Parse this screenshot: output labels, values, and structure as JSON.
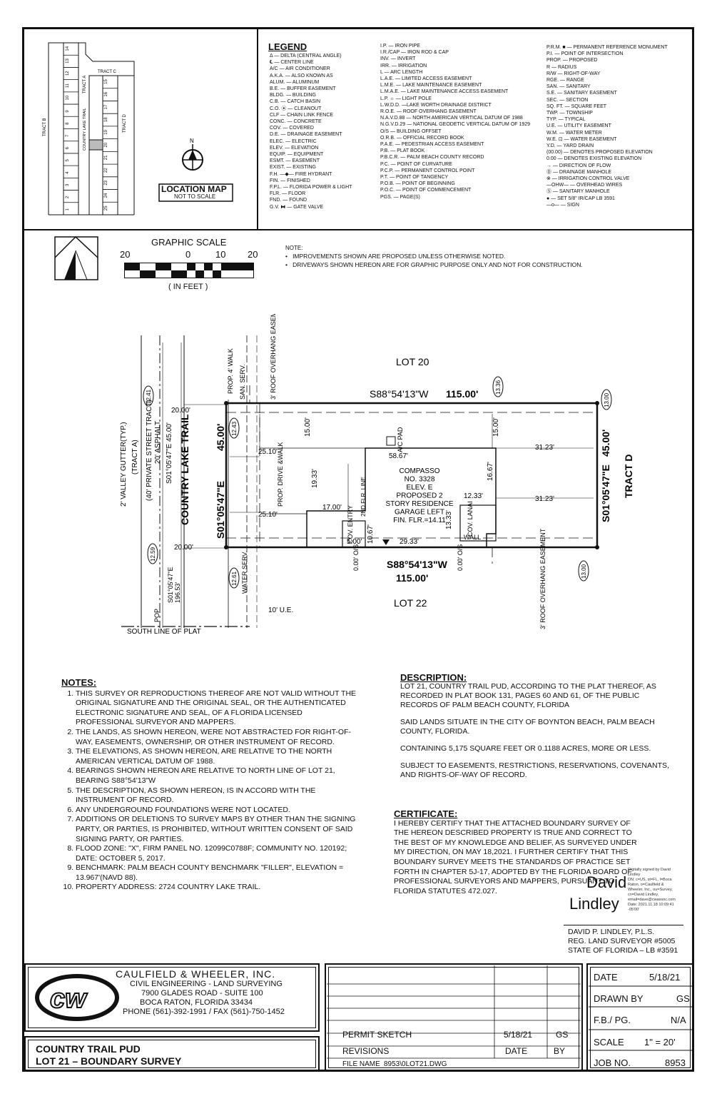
{
  "location_map": {
    "title": "LOCATION MAP",
    "subtitle": "NOT TO SCALE",
    "tract_a": "TRACT A",
    "tract_b": "TRACT B",
    "tract_c": "TRACT C",
    "tract_d": "TRACT D",
    "street": "COUNTRY LAKE TRAIL",
    "lots_left": [
      "1",
      "2",
      "3",
      "4",
      "5",
      "6",
      "7",
      "8",
      "9",
      "10",
      "11",
      "12",
      "13",
      "14"
    ],
    "lots_right": [
      "25",
      "24",
      "23",
      "22",
      "21",
      "20",
      "19",
      "18",
      "17",
      "16",
      "15"
    ]
  },
  "legend": {
    "title": "LEGEND",
    "col1": [
      "Δ — DELTA (CENTRAL ANGLE)",
      "℄ — CENTER LINE",
      "A/C — AIR CONDITIONER",
      "A.K.A. — ALSO KNOWN AS",
      "ALUM. — ALUMINUM",
      "B.E. — BUFFER EASEMENT",
      "BLDG. — BUILDING",
      "C.B. — CATCH BASIN",
      "C.O. ⦿ — CLEANOUT",
      "CLF — CHAIN LINK FENCE",
      "CONC. — CONCRETE",
      "COV. — COVERED",
      "D.E. — DRAINAGE EASEMENT",
      "ELEC. — ELECTRIC",
      "ELEV. — ELEVATION",
      "EQUIP. — EQUIPMENT",
      "ESMT. — EASEMENT",
      "EXIST. — EXISTING",
      "F.H. —◆— FIRE HYDRANT",
      "FIN. — FINISHED",
      "F.P.L. — FLORIDA POWER & LIGHT",
      "FLR. — FLOOR",
      "FND. — FOUND",
      "G.V. ⧓ — GATE VALVE"
    ],
    "col2": [
      "I.P. — IRON PIPE",
      "I.R./CAP — IRON ROD & CAP",
      "INV. — INVERT",
      "IRR. — IRRIGATION",
      "L — ARC LENGTH",
      "L.A.E. — LIMITED ACCESS EASEMENT",
      "L.M.E. — LAKE MAINTENANCE EASEMENT",
      "L.M.A.E. — LAKE MAINTENANCE ACCESS EASEMENT",
      "L.P. ☼ — LIGHT POLE",
      "L.W.D.D. —LAKE WORTH DRAINAGE DISTRICT",
      "R.O.E. — ROOF OVERHANG EASEMENT",
      "N.A.V.D.88 — NORTH AMERICAN VERTICAL DATUM OF 1988",
      "N.G.V.D.29 — NATIONAL GEODETIC VERTICAL DATUM OF 1929",
      "O/S — BUILDING OFFSET",
      "O.R.B. — OFFICIAL RECORD BOOK",
      "P.A.E. — PEDESTRIAN ACCESS EASEMENT",
      "P.B. — PLAT BOOK",
      "P.B.C.R. — PALM BEACH COUNTY RECORD",
      "P.C. — POINT OF CURVATURE",
      "P.C.P. — PERMANENT CONTROL POINT",
      "P.T. — POINT OF TANGENCY",
      "P.O.B. — POINT OF BEGINNING",
      "P.O.C. — POINT OF COMMENCEMENT",
      "PGS. — PAGE(S)"
    ],
    "col3": [
      "P.R.M. ■ — PERMANENT REFERENCE MONUMENT",
      "P.I. — POINT OF INTERSECTION",
      "PROP. — PROPOSED",
      "R — RADIUS",
      "R/W — RIGHT-OF-WAY",
      "RGE. — RANGE",
      "SAN. — SANITARY",
      "S.E. — SANITARY EASEMENT",
      "SEC. — SECTION",
      "SQ. FT. — SQUARE FEET",
      "TWP. — TOWNSHIP",
      "TYP. — TYPICAL",
      "U.E. — UTILITY EASEMENT",
      "W.M. — WATER METER",
      "W.E. ⊡ — WATER EASEMENT",
      "Y.D. — YARD DRAIN",
      "(00.00) — DENOTES PROPOSED ELEVATION",
      "0.00 — DENOTES EXISTING ELEVATION",
      "→ — DIRECTION OF FLOW",
      "Ⓓ — DRAINAGE MANHOLE",
      "⊗ — IRRIGATION CONTROL VALVE",
      "—OHW— — OVERHEAD WIRES",
      "Ⓢ — SANITARY MANHOLE",
      "● — SET 5/8\" IR/CAP LB 3591",
      "—o— — SIGN"
    ]
  },
  "scale": {
    "title": "GRAPHIC SCALE",
    "ticks": [
      "20",
      "0",
      "10",
      "20"
    ],
    "unit": "( IN FEET )"
  },
  "note": {
    "label": "NOTE:",
    "items": [
      "IMPROVEMENTS SHOWN ARE PROPOSED UNLESS OTHERWISE NOTED.",
      "DRIVEWAYS SHOWN HEREON ARE FOR GRAPHIC PURPOSE ONLY AND NOT FOR CONSTRUCTION."
    ]
  },
  "drawing": {
    "lot20": "LOT 20",
    "lot22": "LOT 22",
    "tract_d": "TRACT D",
    "north_bearing": "S88°54'13\"W",
    "north_dist": "115.00'",
    "south_bearing": "S88°54'13\"W",
    "south_dist": "115.00'",
    "west_bearing": "S01°05'47\"E",
    "west_dist": "45.00'",
    "east_bearing": "S01°05'47\"E",
    "east_dist": "45.00'",
    "road_name": "COUNTRY LAKE TRAIL",
    "tract_a": "(TRACT A)",
    "private_street": "(40' PRIVATE STREET TRACT)",
    "asphalt": "20' ASPHALT",
    "road_bearing": "S01°05'47\"E   45.00'",
    "valley_gutter": "2' VALLEY GUTTER(TYP.)",
    "pop_bearing": "S01°05'47\"E",
    "pop_dist": "196.53'",
    "pop": "POP",
    "south_line": "SOUTH LINE OF PLAT",
    "d20_top": "20.00'",
    "d20_bot": "20.00'",
    "prop_walk": "PROP. 4' WALK",
    "san_serv": "SAN. SERV.",
    "roof_ease_top": "3' ROOF OVERHANG EASEMENT",
    "roof_ease_bot": "3' ROOF OVERHANG EASEMENT",
    "water_serv": "WATER SERV.",
    "ue": "10' U.E.",
    "d15_left": "15.00'",
    "d15_right": "15.00'",
    "d2510_top": "25.10'",
    "d2510_bot": "25.10'",
    "d5867": "58.67'",
    "d3123_top": "31.23'",
    "d3123_bot": "31.23'",
    "d1933": "19.33'",
    "d1700": "17.00'",
    "d1667": "16.67'",
    "d1233": "12.33'",
    "d1333": "13.33'",
    "d1067": "10.67'",
    "d500": "5.00'",
    "d2933": "29.33'",
    "os1": "0.00' O/S",
    "os2": "0.00' O/S",
    "ac_pad": "A/C PAD",
    "prop_drive": "PROP. DRIVE &WALK",
    "flr_line": "2ND FLR. LINE",
    "cov_entry": "COV. ENTRY",
    "cov_lanai": "COV. LANAI",
    "wall": "WALL",
    "house": [
      "COMPASSO",
      "NO. 3328",
      "ELEV. E",
      "PROPOSED 2",
      "STORY RESIDENCE",
      "GARAGE LEFT",
      "FIN. FLR.=14.11"
    ],
    "elev_1241": "12.41",
    "elev_1243": "12.43",
    "elev_1259": "12.59",
    "elev_1261": "12.61",
    "elev_1336": "13.36",
    "elev_1300a": "13.00",
    "elev_1300b": "13.00"
  },
  "notes": {
    "title": "NOTES:",
    "items": [
      "THIS SURVEY OR REPRODUCTIONS THEREOF ARE NOT VALID WITHOUT THE ORIGINAL SIGNATURE AND THE ORIGINAL SEAL, OR THE AUTHENTICATED ELECTRONIC SIGNATURE AND SEAL, OF A FLORIDA LICENSED PROFESSIONAL SURVEYOR AND MAPPERS.",
      "THE LANDS, AS SHOWN HEREON, WERE NOT ABSTRACTED FOR RIGHT-OF-WAY, EASEMENTS, OWNERSHIP, OR OTHER INSTRUMENT OF RECORD.",
      "THE ELEVATIONS, AS SHOWN HEREON, ARE RELATIVE TO THE NORTH AMERICAN VERTICAL DATUM OF 1988.",
      "BEARINGS SHOWN HEREON ARE RELATIVE TO NORTH LINE OF LOT 21, BEARING S88°54'13\"W",
      "THE DESCRIPTION, AS SHOWN HEREON, IS IN ACCORD WITH THE INSTRUMENT OF RECORD.",
      "ANY UNDERGROUND FOUNDATIONS WERE NOT LOCATED.",
      "ADDITIONS OR DELETIONS TO SURVEY MAPS BY OTHER THAN THE SIGNING PARTY, OR PARTIES, IS PROHIBITED, WITHOUT WRITTEN CONSENT OF SAID SIGNING PARTY, OR PARTIES.",
      "FLOOD ZONE: \"X\", FIRM PANEL NO. 12099C0788F; COMMUNITY NO. 120192; DATE: OCTOBER 5, 2017.",
      "BENCHMARK: PALM BEACH COUNTY BENCHMARK \"FILLER\", ELEVATION = 13.967'(NAVD 88).",
      "PROPERTY ADDRESS: 2724 COUNTRY LAKE TRAIL."
    ]
  },
  "description": {
    "title": "DESCRIPTION:",
    "paragraphs": [
      "LOT 21, COUNTRY TRAIL PUD, ACCORDING TO THE PLAT THEREOF, AS RECORDED IN PLAT BOOK 131, PAGES 60 AND 61, OF THE PUBLIC RECORDS OF PALM BEACH COUNTY, FLORIDA",
      "SAID LANDS SITUATE IN THE CITY OF BOYNTON BEACH, PALM BEACH COUNTY, FLORIDA.",
      "CONTAINING 5,175 SQUARE FEET OR 0.1188 ACRES, MORE OR LESS.",
      "SUBJECT TO EASEMENTS, RESTRICTIONS, RESERVATIONS, COVENANTS, AND RIGHTS-OF-WAY OF RECORD."
    ]
  },
  "certificate": {
    "title": "CERTIFICATE:",
    "text": "I HEREBY CERTIFY THAT THE ATTACHED BOUNDARY SURVEY OF THE HEREON DESCRIBED PROPERTY IS TRUE AND CORRECT TO THE BEST OF MY KNOWLEDGE AND BELIEF, AS SURVEYED UNDER MY DIRECTION, ON MAY 18,2021. I FURTHER CERTIFY THAT THIS BOUNDARY SURVEY MEETS THE STANDARDS OF PRACTICE SET FORTH IN CHAPTER 5J-17, ADOPTED BY THE FLORIDA BOARD OF PROFESSIONAL SURVEYORS AND MAPPERS, PURSUANT TO FLORIDA STATUTES 472.027.",
    "sig_first": "David",
    "sig_last": "Lindley",
    "digital_sig": [
      "Digitally signed by David",
      "Lindley",
      "DN: c=US, st=FL, l=Boca",
      "Raton, o=Caulfield &",
      "Wheeler, Inc., ou=Survey,",
      "cn=David Lindley,",
      "email=dave@cwassoc.com",
      "Date: 2021.11.18 10:09:41",
      "-05'00'"
    ],
    "name": "DAVID P. LINDLEY,      P.L.S.",
    "reg": "REG. LAND SURVEYOR #5005",
    "state": "STATE OF FLORIDA  –  LB #3591"
  },
  "company": {
    "name": "CAULFIELD & WHEELER, INC.",
    "line1": "CIVIL ENGINEERING - LAND SURVEYING",
    "line2": "7900 GLADES ROAD - SUITE 100",
    "line3": "BOCA RATON, FLORIDA 33434",
    "line4": "PHONE (561)-392-1991 / FAX (561)-750-1452"
  },
  "project": {
    "line1": "COUNTRY TRAIL PUD",
    "line2": "LOT 21   –   BOUNDARY SURVEY"
  },
  "revisions": {
    "permit": "PERMIT SKETCH",
    "permit_date": "5/18/21",
    "permit_by": "GS",
    "rev_label": "REVISIONS",
    "date_label": "DATE",
    "by_label": "BY",
    "file_label": "FILE NAME",
    "file": "8953\\0LOT21.DWG"
  },
  "info": {
    "date_label": "DATE",
    "date": "5/18/21",
    "drawn_label": "DRAWN BY",
    "drawn": "GS",
    "fb_label": "F.B./ PG.",
    "fb": "N/A",
    "scale_label": "SCALE",
    "scale": "1\"  =  20'",
    "job_label": "JOB NO.",
    "job": "8953"
  }
}
